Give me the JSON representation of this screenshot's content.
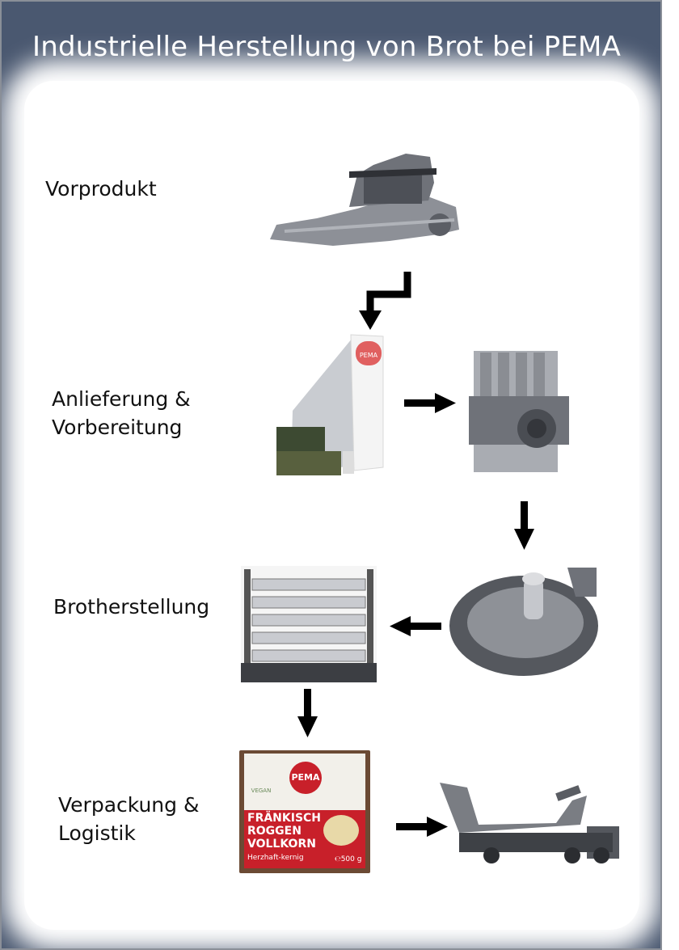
{
  "title": "Industrielle Herstellung von Brot bei PEMA",
  "stages": [
    {
      "label": "Vorprodukt"
    },
    {
      "label": "Anlieferung &\nVorbereitung"
    },
    {
      "label": "Brotherstellung"
    },
    {
      "label": "Verpackung &\nLogistik"
    }
  ],
  "package": {
    "brand": "PEMA",
    "product_line1": "FRÄNKISCH",
    "product_line2": "ROGGEN",
    "product_line3": "VOLLKORN",
    "tagline": "Herzhaft-kernig",
    "weight": "℮500 g",
    "badge": "VEGAN"
  },
  "colors": {
    "frame": "#4a5870",
    "panel": "#ffffff",
    "arrow": "#000000",
    "package_red": "#c8202a"
  }
}
